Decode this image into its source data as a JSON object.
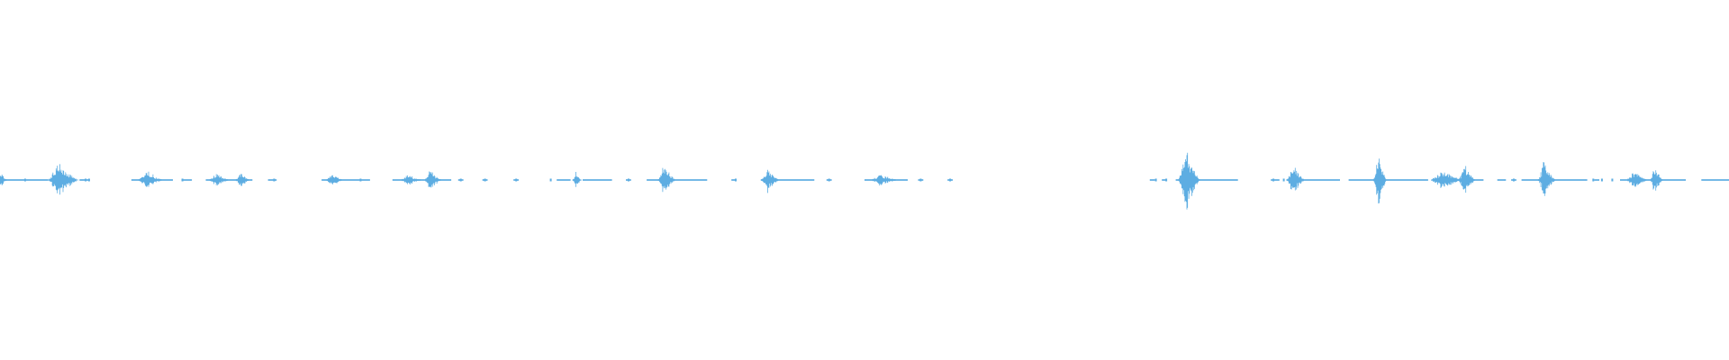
{
  "waveform": {
    "color": "#5dade2",
    "background": "#ffffff",
    "bursts": [
      {
        "t": 0.0,
        "amp": 0.06,
        "dur": 0.005
      },
      {
        "t": 0.034,
        "amp": 0.12,
        "dur": 0.014
      },
      {
        "t": 0.085,
        "amp": 0.06,
        "dur": 0.012
      },
      {
        "t": 0.125,
        "amp": 0.04,
        "dur": 0.01
      },
      {
        "t": 0.139,
        "amp": 0.05,
        "dur": 0.007
      },
      {
        "t": 0.192,
        "amp": 0.05,
        "dur": 0.008
      },
      {
        "t": 0.236,
        "amp": 0.04,
        "dur": 0.01
      },
      {
        "t": 0.249,
        "amp": 0.07,
        "dur": 0.008
      },
      {
        "t": 0.333,
        "amp": 0.06,
        "dur": 0.004
      },
      {
        "t": 0.384,
        "amp": 0.11,
        "dur": 0.008
      },
      {
        "t": 0.444,
        "amp": 0.08,
        "dur": 0.008
      },
      {
        "t": 0.509,
        "amp": 0.04,
        "dur": 0.013
      },
      {
        "t": 0.686,
        "amp": 0.2,
        "dur": 0.01
      },
      {
        "t": 0.748,
        "amp": 0.11,
        "dur": 0.008
      },
      {
        "t": 0.797,
        "amp": 0.19,
        "dur": 0.006
      },
      {
        "t": 0.834,
        "amp": 0.06,
        "dur": 0.016
      },
      {
        "t": 0.847,
        "amp": 0.1,
        "dur": 0.008
      },
      {
        "t": 0.893,
        "amp": 0.12,
        "dur": 0.008
      },
      {
        "t": 0.945,
        "amp": 0.06,
        "dur": 0.01
      },
      {
        "t": 0.957,
        "amp": 0.11,
        "dur": 0.006
      }
    ],
    "flat_segments": [
      [
        0.0,
        0.028
      ],
      [
        0.046,
        0.052
      ],
      [
        0.076,
        0.1
      ],
      [
        0.105,
        0.111
      ],
      [
        0.119,
        0.146
      ],
      [
        0.155,
        0.16
      ],
      [
        0.186,
        0.214
      ],
      [
        0.227,
        0.261
      ],
      [
        0.265,
        0.268
      ],
      [
        0.279,
        0.282
      ],
      [
        0.297,
        0.3
      ],
      [
        0.322,
        0.33
      ],
      [
        0.337,
        0.354
      ],
      [
        0.362,
        0.365
      ],
      [
        0.374,
        0.409
      ],
      [
        0.423,
        0.426
      ],
      [
        0.44,
        0.471
      ],
      [
        0.478,
        0.481
      ],
      [
        0.5,
        0.525
      ],
      [
        0.531,
        0.534
      ],
      [
        0.548,
        0.551
      ],
      [
        0.665,
        0.668
      ],
      [
        0.672,
        0.675
      ],
      [
        0.68,
        0.716
      ],
      [
        0.735,
        0.74
      ],
      [
        0.744,
        0.775
      ],
      [
        0.78,
        0.826
      ],
      [
        0.83,
        0.858
      ],
      [
        0.866,
        0.871
      ],
      [
        0.877,
        0.874
      ],
      [
        0.88,
        0.918
      ],
      [
        0.922,
        0.925
      ],
      [
        0.937,
        0.975
      ],
      [
        0.984,
        1.0
      ]
    ],
    "dots": [
      0.014,
      0.049,
      0.051,
      0.105,
      0.158,
      0.208,
      0.266,
      0.28,
      0.298,
      0.318,
      0.363,
      0.425,
      0.479,
      0.532,
      0.549,
      0.668,
      0.674,
      0.736,
      0.742,
      0.875,
      0.921,
      0.926,
      0.932
    ]
  }
}
